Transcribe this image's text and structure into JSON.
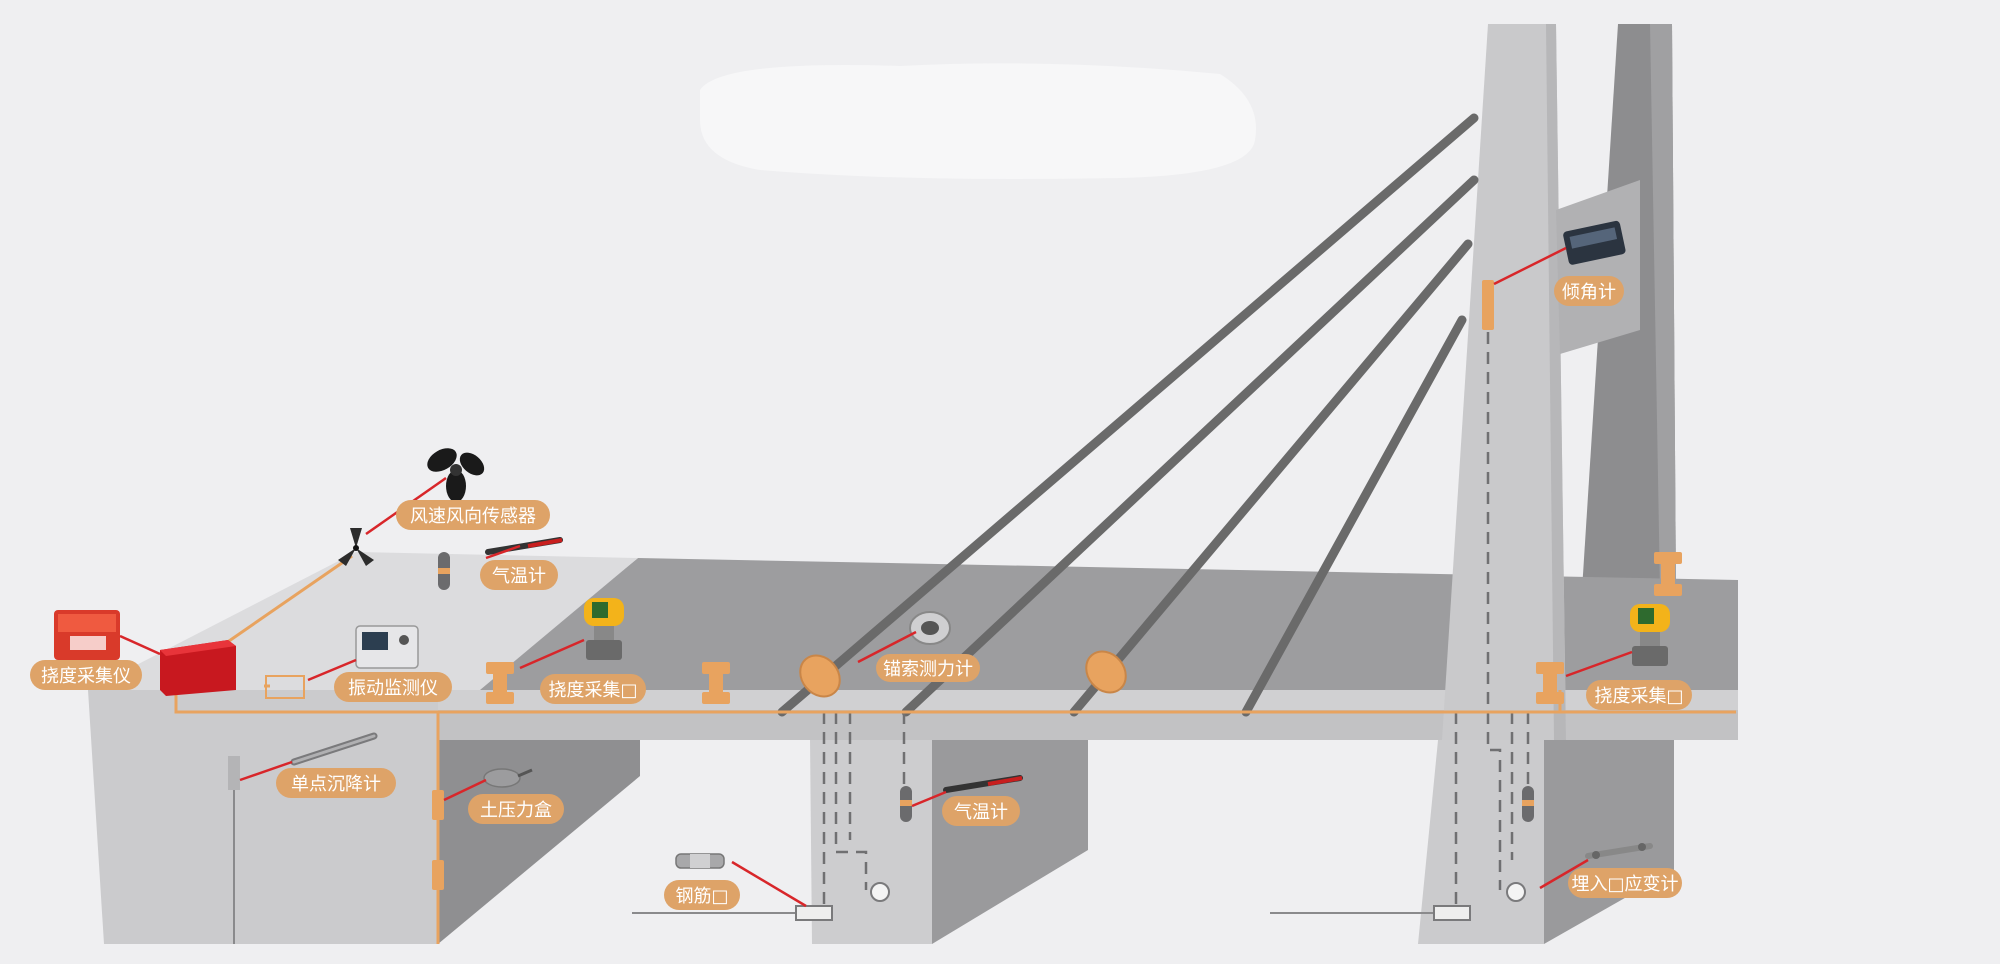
{
  "title": "",
  "colors": {
    "background": "#efeff1",
    "label_fill": "#dea368",
    "conduit": "#e8a35f",
    "leader_line": "#d8262a",
    "cable": "#6a6a6a",
    "collector_red": "#d9232b"
  },
  "labels": {
    "deflection_collector_left": "挠度采集仪",
    "wind_sensor": "风速风向传感器",
    "air_temp_top": "气温计",
    "vibration_monitor": "振动监测仪",
    "deflection_collector_mid": "挠度采集",
    "anchor_cable_force": "锚索测力计",
    "inclinometer": "倾角计",
    "deflection_collector_right": "挠度采集",
    "settlement_gauge": "单点沉降计",
    "earth_pressure_cell": "土压力盒",
    "air_temp_pier": "气温计",
    "rebar_meter": "钢筋",
    "embedded_strain_gauge": "埋入",
    "embedded_strain_gauge_suffix": "应变计",
    "missing_glyph": "□"
  },
  "icons": [
    "field-case-icon",
    "wind-propeller-icon",
    "thermometer-probe-icon",
    "vibration-display-icon",
    "pressure-transmitter-icon",
    "cable-force-meter-icon",
    "inclinometer-box-icon",
    "displacement-rod-icon",
    "earth-pressure-cell-icon",
    "rebar-meter-icon",
    "strain-gauge-icon"
  ]
}
